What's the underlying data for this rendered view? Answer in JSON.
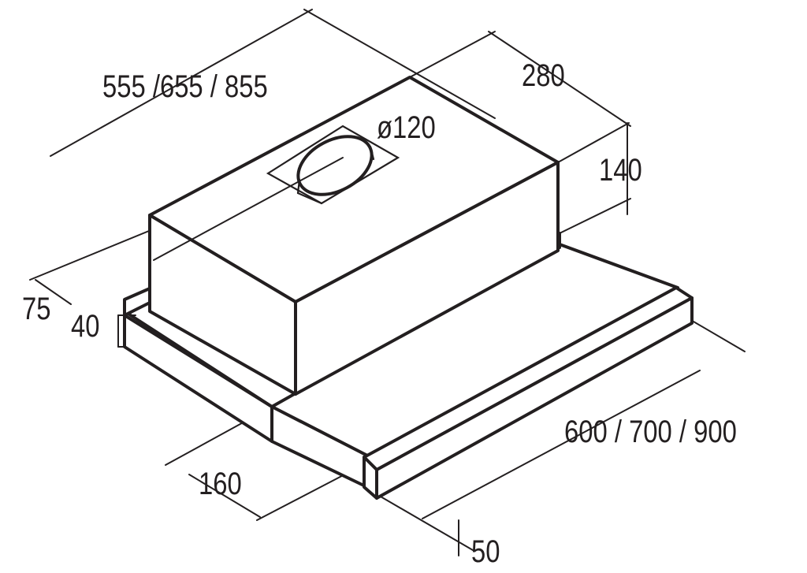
{
  "labels": {
    "top_width": "555 /655 / 855",
    "depth": "280",
    "duct": "ø120",
    "motor_height": "140",
    "front_offset": "75",
    "body_height": "40",
    "slide_width": "600 / 700 / 900",
    "slide_depth": "160",
    "handle_depth": "50"
  },
  "colors": {
    "line": "#231f20",
    "background": "#ffffff"
  }
}
